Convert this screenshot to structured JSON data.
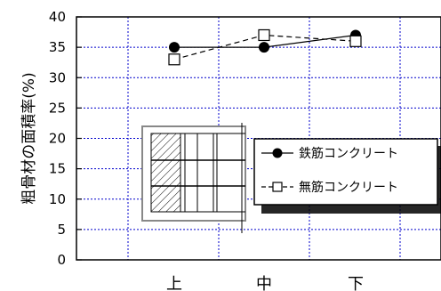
{
  "chart_data": {
    "type": "line",
    "categories": [
      "上",
      "中",
      "下"
    ],
    "series": [
      {
        "name": "鉄筋コンクリート",
        "values": [
          35,
          35,
          37
        ],
        "marker": "filled-circle",
        "line": "solid",
        "color": "#000000"
      },
      {
        "name": "無筋コンクリート",
        "values": [
          33,
          37,
          36
        ],
        "marker": "open-square",
        "line": "dashed",
        "color": "#000000"
      }
    ],
    "ylabel": "粗骨材の面積率(%)",
    "xlabel": "",
    "ylim": [
      0,
      40
    ],
    "yticks": [
      0,
      5,
      10,
      15,
      20,
      25,
      30,
      35,
      40
    ],
    "grid": {
      "horizontal": true,
      "vertical": true,
      "style": "dotted",
      "color": "#0000cc"
    },
    "legend": "center-right",
    "inset_icon": "wall-cross-section-diagram"
  }
}
